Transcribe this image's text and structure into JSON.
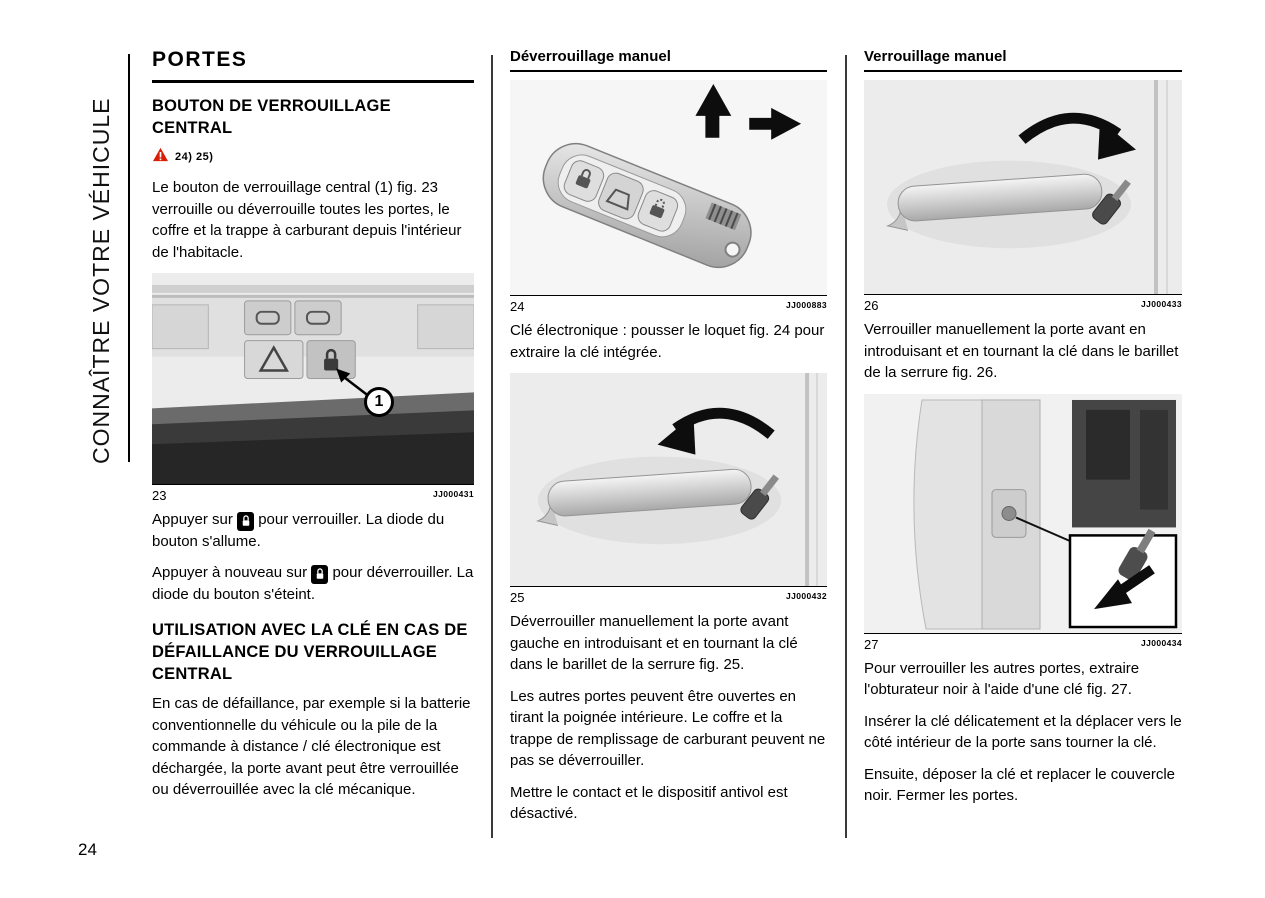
{
  "page": {
    "number": "24",
    "vertical_title": "CONNAÎTRE VOTRE VÉHICULE"
  },
  "colors": {
    "warning_red": "#d81e05",
    "text": "#000000"
  },
  "icons": {
    "warning": "triangle-exclamation",
    "lock": "padlock-on-black-badge"
  },
  "col1": {
    "title": "PORTES",
    "sec1_heading": "BOUTON DE VERROUILLAGE CENTRAL",
    "warning_refs": "24) 25)",
    "sec1_para": "Le bouton de verrouillage central (1) fig. 23 verrouille ou déverrouille toutes les portes, le coffre et la trappe à carburant depuis l'intérieur de l'habitacle.",
    "fig23": {
      "number": "23",
      "code": "JJ000431",
      "callout": "1"
    },
    "lock_para1_pre": "Appuyer sur",
    "lock_para1_post": "pour verrouiller. La diode du bouton s'allume.",
    "lock_para2_pre": "Appuyer à nouveau sur",
    "lock_para2_post": "pour déverrouiller. La diode du bouton s'éteint.",
    "sec2_heading": "UTILISATION AVEC LA CLÉ EN CAS DE DÉFAILLANCE DU VERROUILLAGE CENTRAL",
    "sec2_para": "En cas de défaillance, par exemple si la batterie conventionnelle du véhicule ou la pile de la commande à distance / clé électronique est déchargée, la porte avant peut être verrouillée ou déverrouillée avec la clé mécanique."
  },
  "col2": {
    "heading": "Déverrouillage manuel",
    "fig24": {
      "number": "24",
      "code": "JJ000883"
    },
    "para1": "Clé électronique : pousser le loquet fig. 24 pour extraire la clé intégrée.",
    "fig25": {
      "number": "25",
      "code": "JJ000432"
    },
    "para2": "Déverrouiller manuellement la porte avant gauche en introduisant et en tournant la clé dans le barillet de la serrure fig. 25.",
    "para3": "Les autres portes peuvent être ouvertes en tirant la poignée intérieure. Le coffre et la trappe de remplissage de carburant peuvent ne pas se déverrouiller.",
    "para4": "Mettre le contact et le dispositif antivol est désactivé."
  },
  "col3": {
    "heading": "Verrouillage manuel",
    "fig26": {
      "number": "26",
      "code": "JJ000433"
    },
    "para1": "Verrouiller manuellement la porte avant en introduisant et en tournant la clé dans le barillet de la serrure fig. 26.",
    "fig27": {
      "number": "27",
      "code": "JJ000434"
    },
    "para2": "Pour verrouiller les autres portes, extraire l'obturateur noir à l'aide d'une clé fig. 27.",
    "para3": "Insérer la clé délicatement et la déplacer vers le côté intérieur de la porte sans tourner la clé.",
    "para4": "Ensuite, déposer la clé et replacer le couvercle noir. Fermer les portes."
  }
}
